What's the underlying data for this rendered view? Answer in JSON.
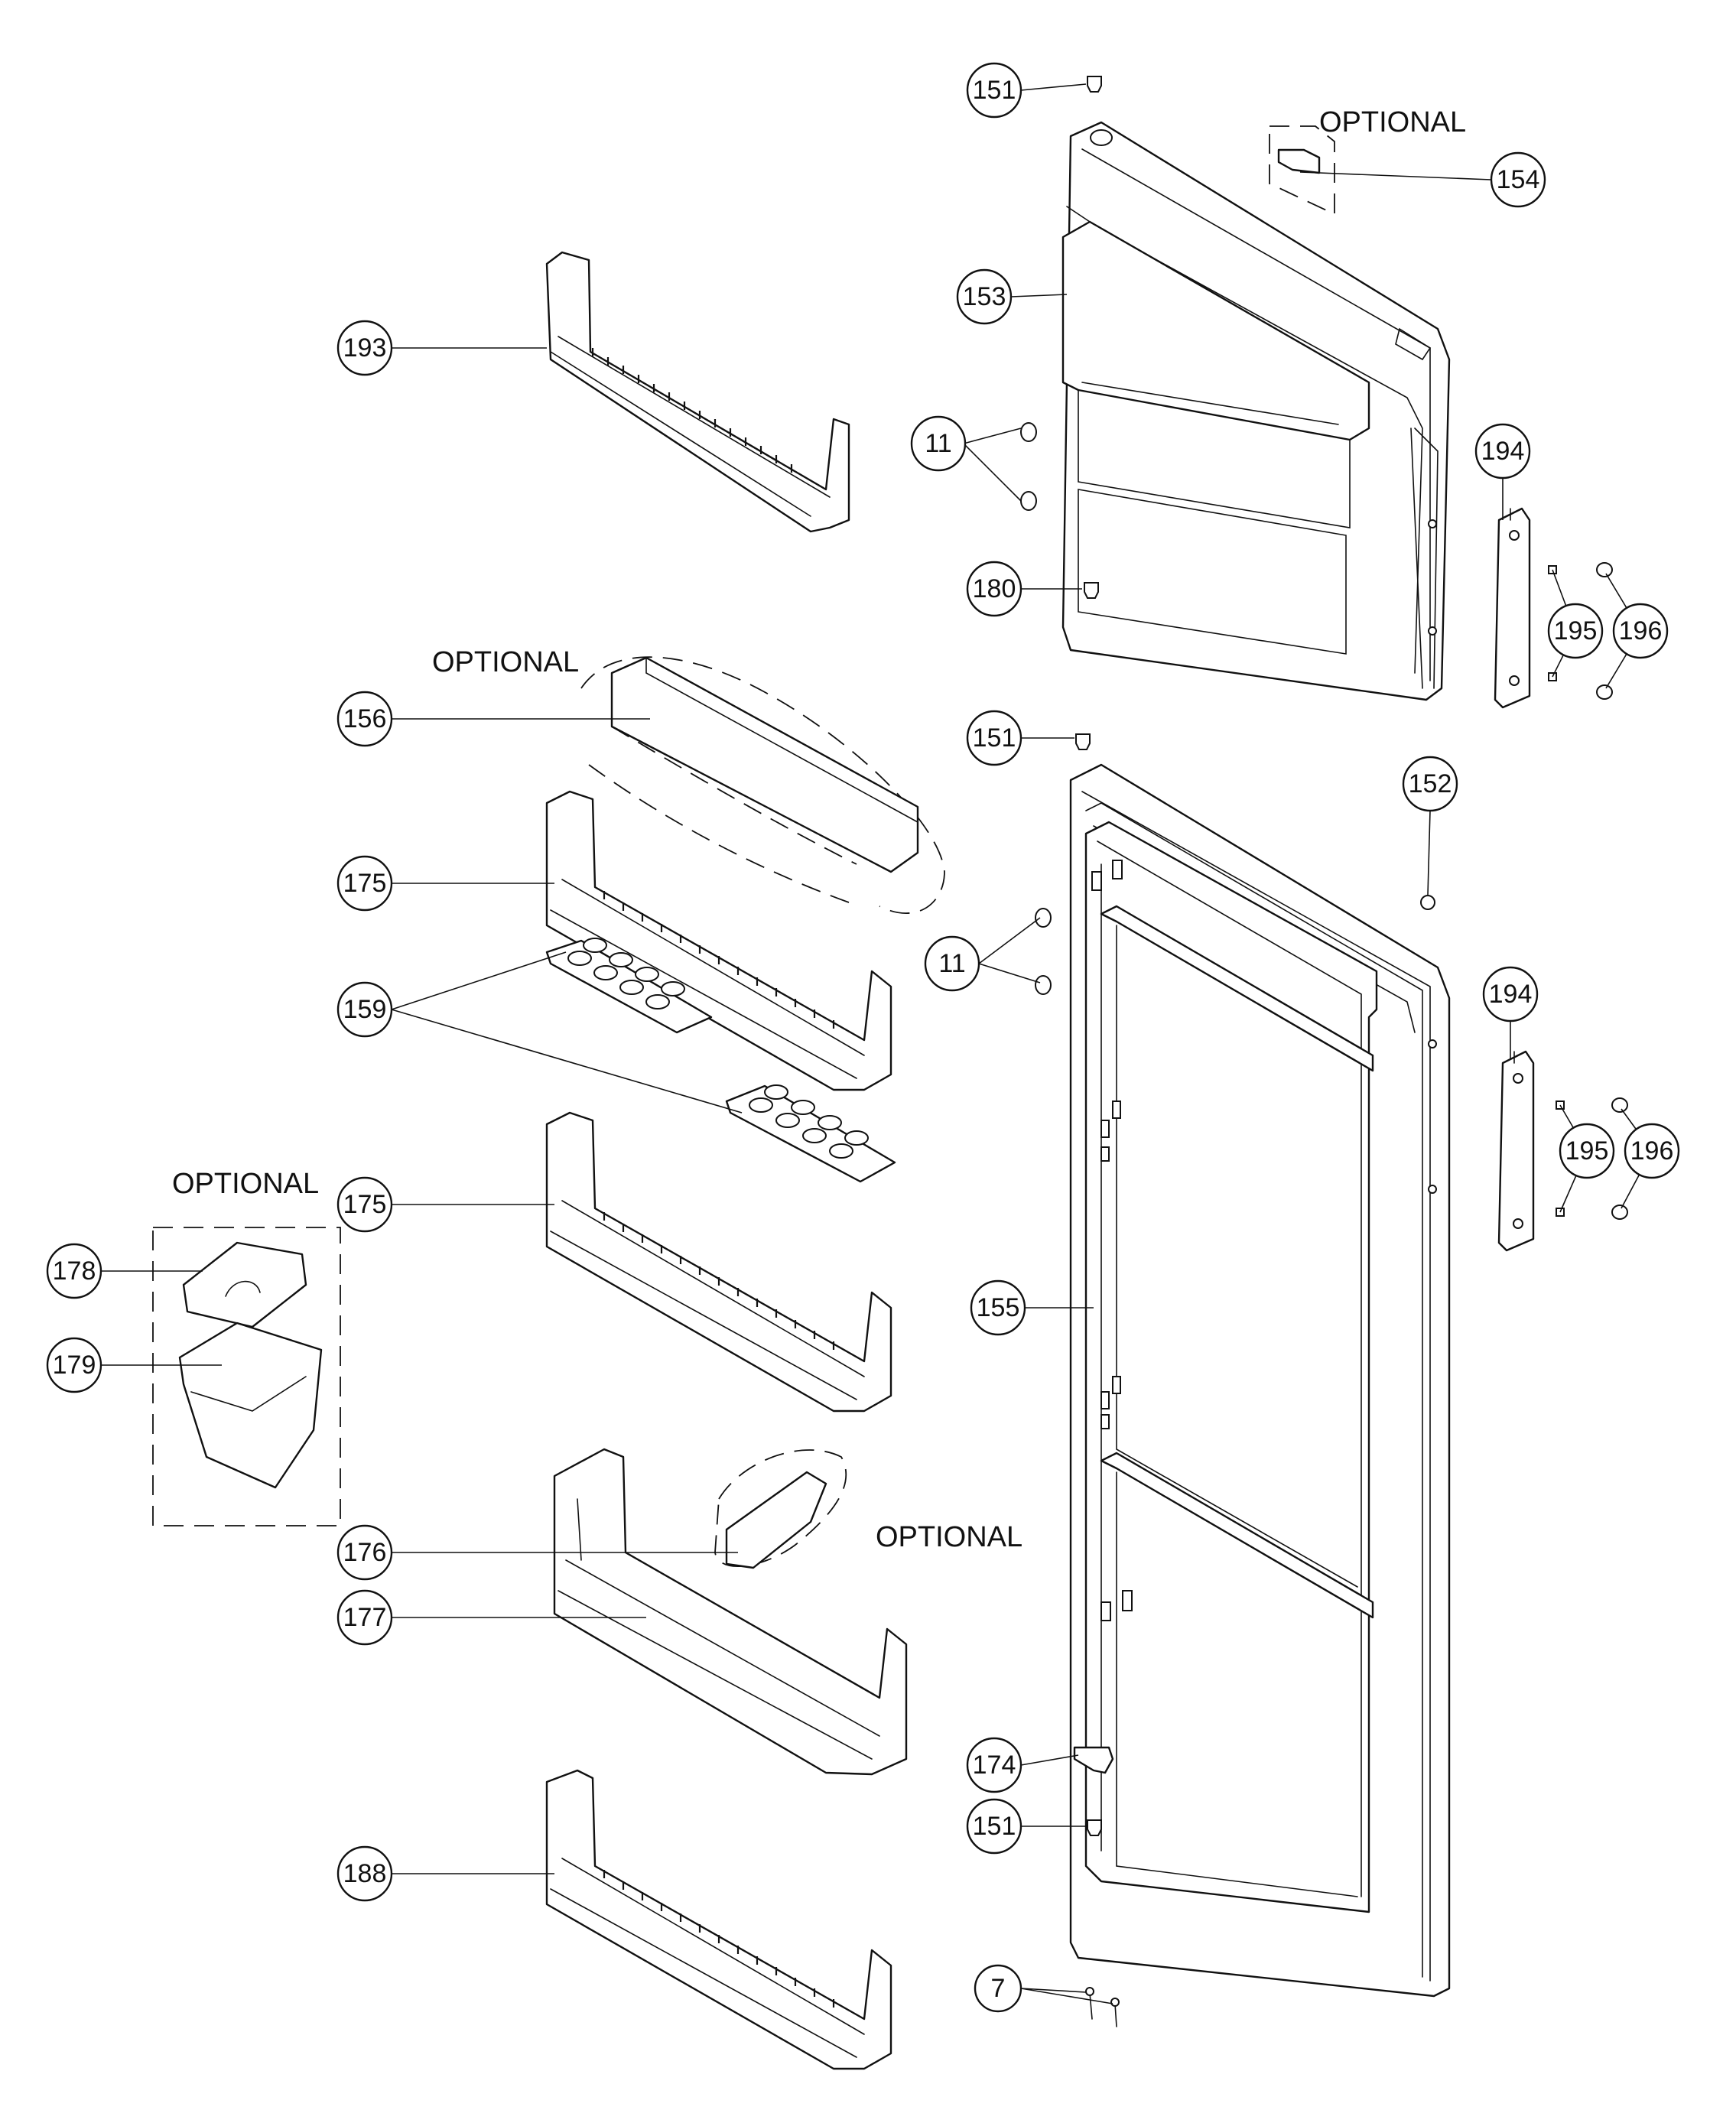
{
  "diagram": {
    "optional_label": "OPTIONAL",
    "callouts": [
      {
        "id": "c151a",
        "label": "151"
      },
      {
        "id": "c154",
        "label": "154"
      },
      {
        "id": "c153",
        "label": "153"
      },
      {
        "id": "c193",
        "label": "193"
      },
      {
        "id": "c11a",
        "label": "11"
      },
      {
        "id": "c194a",
        "label": "194"
      },
      {
        "id": "c180",
        "label": "180"
      },
      {
        "id": "c195a",
        "label": "195"
      },
      {
        "id": "c196a",
        "label": "196"
      },
      {
        "id": "c156",
        "label": "156"
      },
      {
        "id": "c151b",
        "label": "151"
      },
      {
        "id": "c152",
        "label": "152"
      },
      {
        "id": "c175a",
        "label": "175"
      },
      {
        "id": "c11b",
        "label": "11"
      },
      {
        "id": "c194b",
        "label": "194"
      },
      {
        "id": "c159",
        "label": "159"
      },
      {
        "id": "c195b",
        "label": "195"
      },
      {
        "id": "c196b",
        "label": "196"
      },
      {
        "id": "c175b",
        "label": "175"
      },
      {
        "id": "c178",
        "label": "178"
      },
      {
        "id": "c155",
        "label": "155"
      },
      {
        "id": "c179",
        "label": "179"
      },
      {
        "id": "c176",
        "label": "176"
      },
      {
        "id": "c177",
        "label": "177"
      },
      {
        "id": "c174",
        "label": "174"
      },
      {
        "id": "c151c",
        "label": "151"
      },
      {
        "id": "c7",
        "label": "7"
      },
      {
        "id": "c188",
        "label": "188"
      }
    ]
  }
}
